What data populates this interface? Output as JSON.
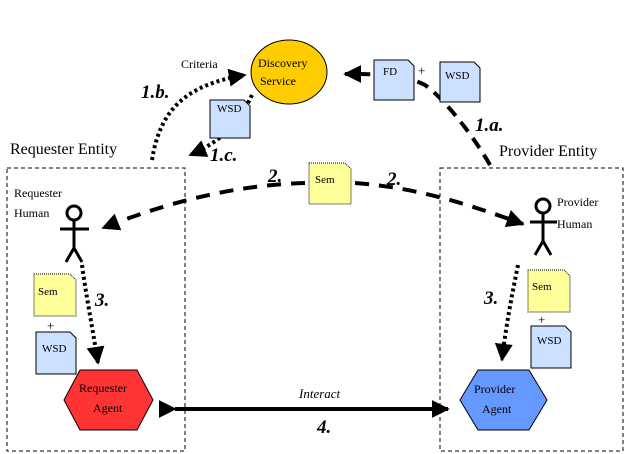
{
  "diagram": {
    "entities": {
      "requester": {
        "label": "Requester Entity"
      },
      "provider": {
        "label": "Provider Entity"
      }
    },
    "discovery_service": {
      "label_line1": "Discovery",
      "label_line2": "Service",
      "fill": "#ffcc00"
    },
    "humans": {
      "requester": {
        "line1": "Requester",
        "line2": "Human"
      },
      "provider": {
        "line1": "Provider",
        "line2": "Human"
      }
    },
    "agents": {
      "requester": {
        "line1": "Requester",
        "line2": "Agent",
        "fill": "#ff3333"
      },
      "provider": {
        "line1": "Provider",
        "line2": "Agent",
        "fill": "#6699ff"
      }
    },
    "documents": {
      "fd": "FD",
      "wsd": "WSD",
      "sem": "Sem",
      "plus": "+",
      "wsd_color": "#cce0ff",
      "sem_color": "#ffff99"
    },
    "labels": {
      "criteria": "Criteria",
      "interact": "Interact"
    },
    "steps": {
      "s1a": "1.a.",
      "s1b": "1.b.",
      "s1c": "1.c.",
      "s2": "2.",
      "s3": "3.",
      "s4": "4."
    }
  }
}
